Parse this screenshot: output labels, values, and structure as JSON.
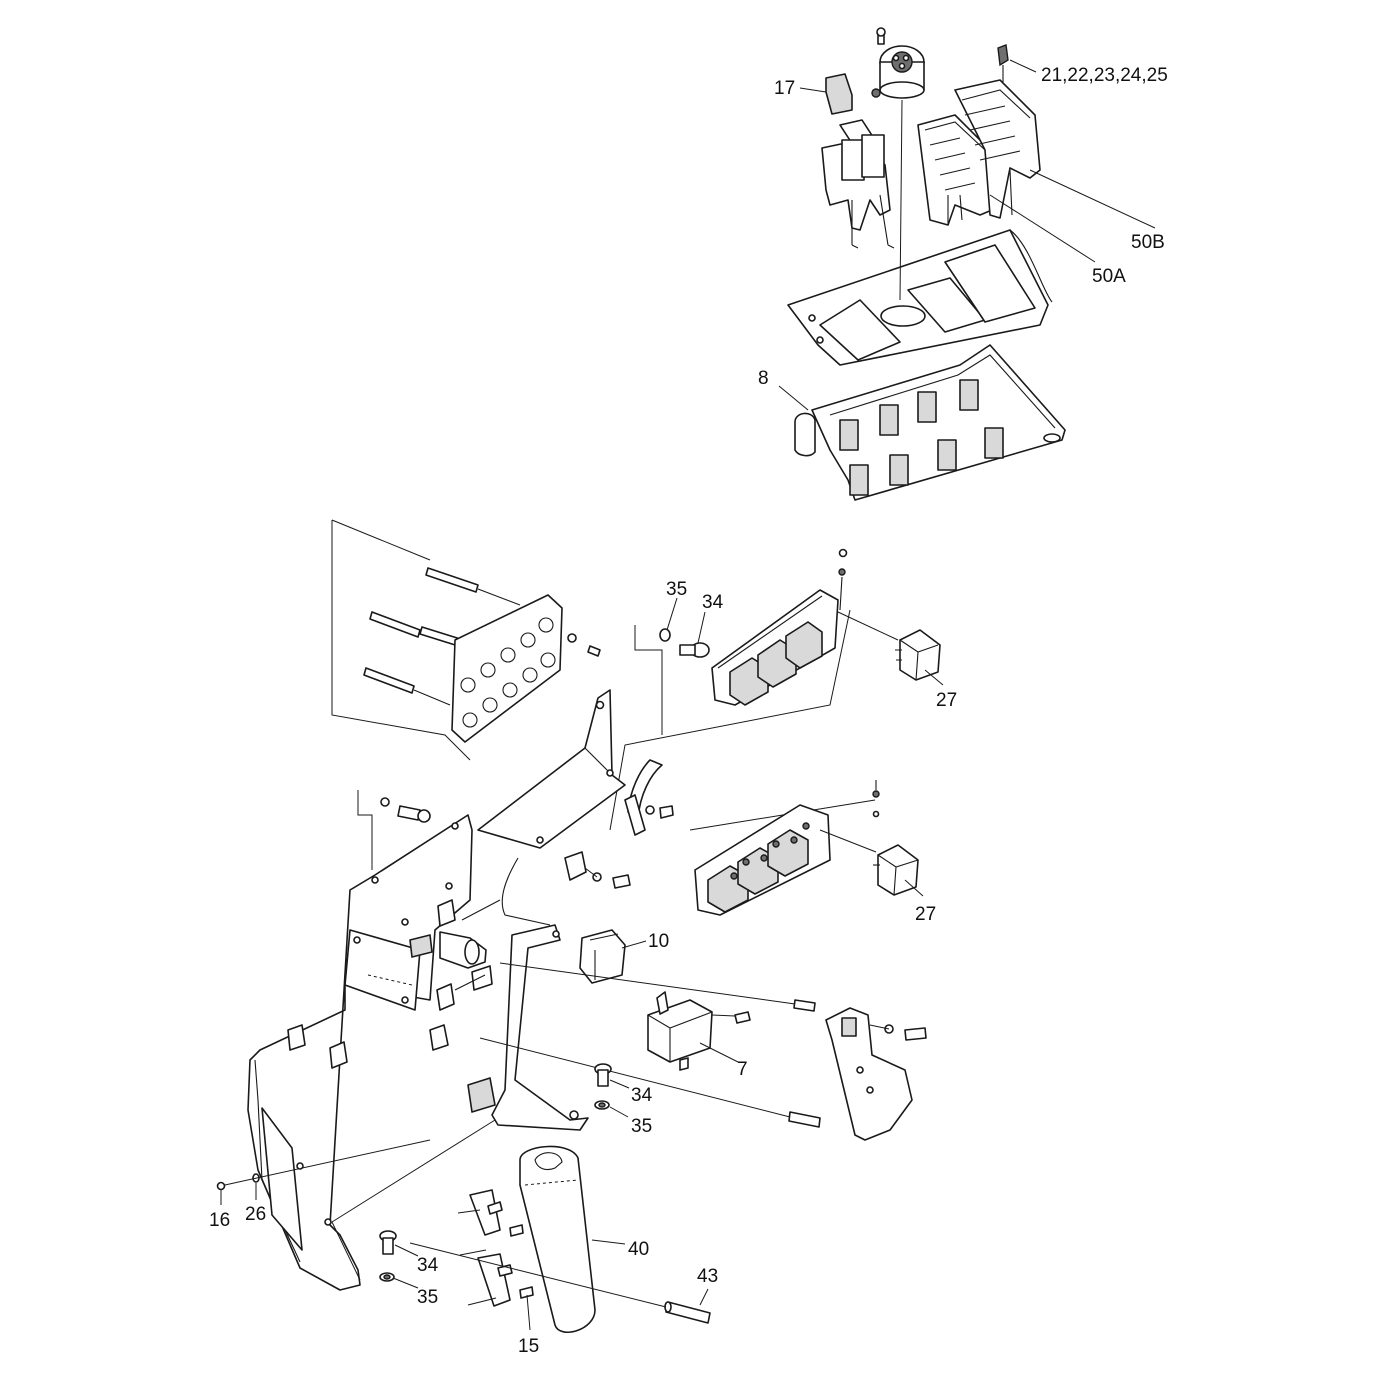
{
  "callouts": {
    "c17": "17",
    "c21_25": "21,22,23,24,25",
    "c50B": "50B",
    "c50A": "50A",
    "c8": "8",
    "c35_top": "35",
    "c34_top": "34",
    "c27_top": "27",
    "c27_mid": "27",
    "c10": "10",
    "c7": "7",
    "c34_mid": "34",
    "c35_mid": "35",
    "c16": "16",
    "c26": "26",
    "c40": "40",
    "c43": "43",
    "c34_bot": "34",
    "c35_bot": "35",
    "c15": "15"
  }
}
